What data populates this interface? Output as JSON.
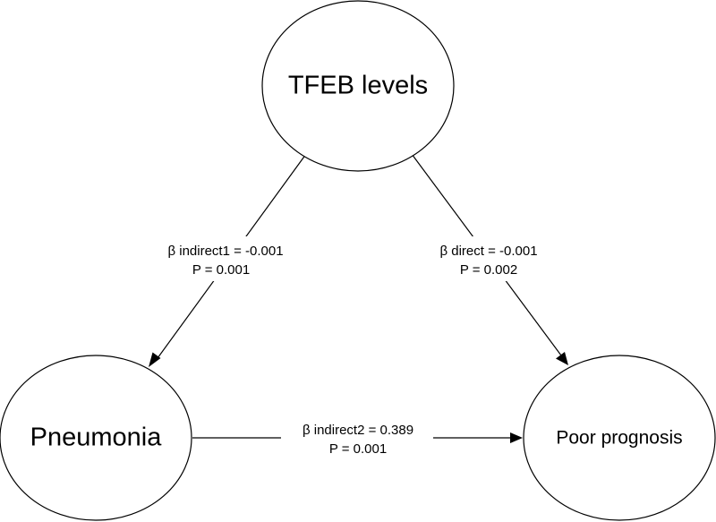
{
  "nodes": {
    "tfeb": {
      "label": "TFEB levels"
    },
    "pneumonia": {
      "label": "Pneumonia"
    },
    "poor_prognosis": {
      "label": "Poor prognosis"
    }
  },
  "edges": {
    "tfeb_to_pneumonia": {
      "beta": "β indirect1 = -0.001",
      "p": "P = 0.001"
    },
    "tfeb_to_poor_prognosis": {
      "beta": "β direct = -0.001",
      "p": "P = 0.002"
    },
    "pneumonia_to_poor_prognosis": {
      "beta": "β indirect2 = 0.389",
      "p": "P = 0.001"
    }
  },
  "colors": {
    "stroke": "#000000",
    "background": "#ffffff"
  }
}
